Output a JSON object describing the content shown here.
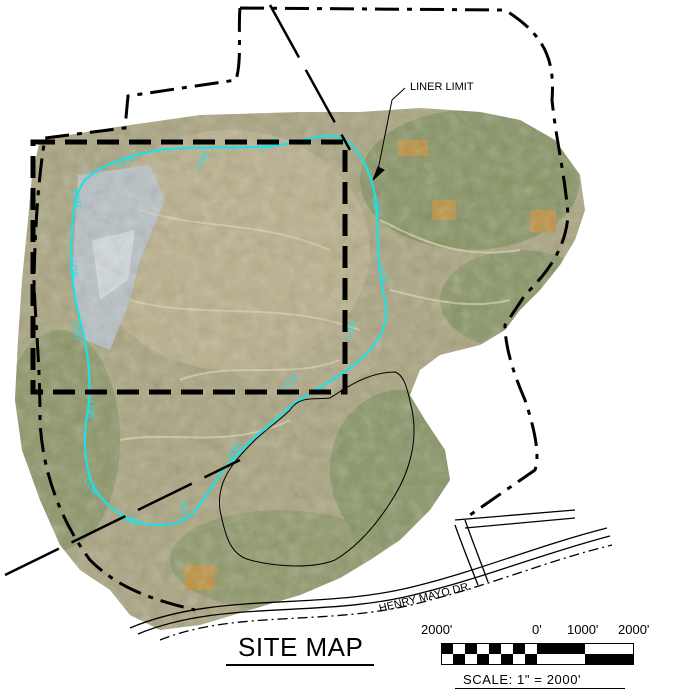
{
  "map": {
    "title": "SITE MAP",
    "callout_label": "LINER LIMIT",
    "road_label": "HENRY MAYO DR.",
    "contour_label": "LOR",
    "scale_bar": {
      "tick_labels": [
        "2000'",
        "0'",
        "1000'",
        "2000'"
      ],
      "ratio_text": "SCALE:  1\" = 2000'"
    },
    "colors": {
      "liner_limit_line": "#1fe0e6",
      "boundary_line": "#000000",
      "imagery_base": "#a9a47f",
      "vegetation": "#7c8f5a",
      "liner_area": "#b9c3cc",
      "pond": "#c8923a"
    }
  }
}
